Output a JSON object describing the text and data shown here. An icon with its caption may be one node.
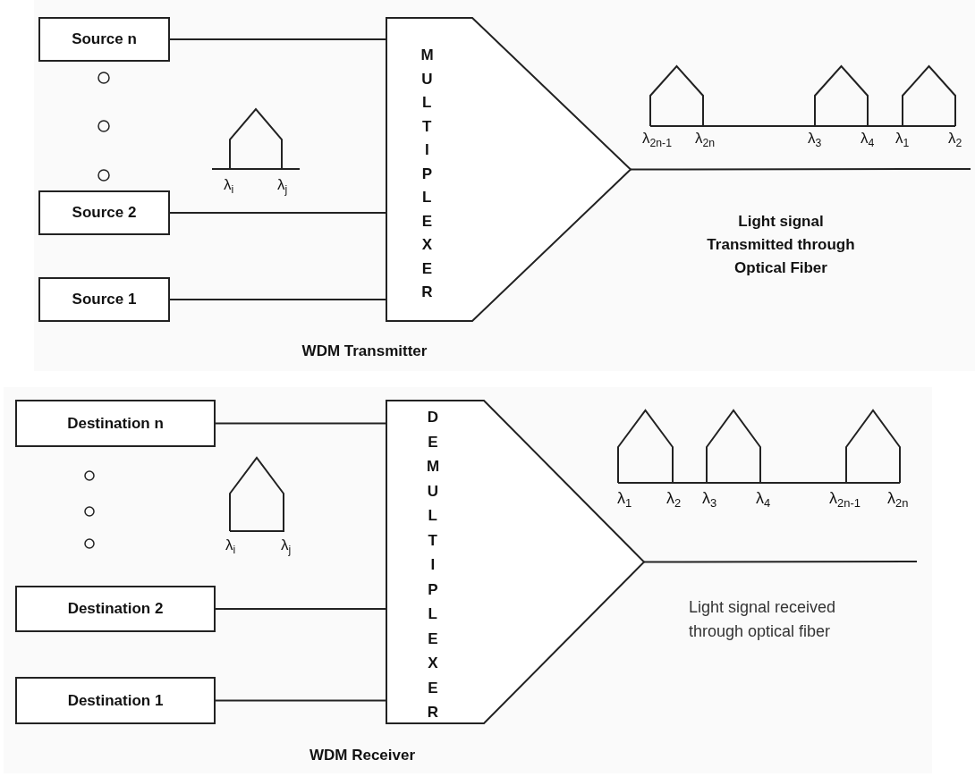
{
  "diagram": {
    "nodes": [
      {
        "text": [
          "Source n"
        ]
      },
      {
        "text": [
          "Source 2"
        ]
      },
      {
        "text": [
          "Source 1"
        ]
      },
      {
        "text": [
          "MULTIPLEXER"
        ]
      },
      {
        "text": [
          "Destination n"
        ]
      },
      {
        "text": [
          "Destination 2"
        ]
      },
      {
        "text": [
          "Destination 1"
        ]
      },
      {
        "text": [
          "DEMULTIPLEXER"
        ]
      }
    ],
    "edges": [
      {
        "from": 0,
        "to": 3,
        "arrow": "none"
      },
      {
        "from": 1,
        "to": 3,
        "arrow": "none"
      },
      {
        "from": 2,
        "to": 3,
        "arrow": "none"
      },
      {
        "from": 3,
        "to": null,
        "arrow": "none"
      },
      {
        "from": 7,
        "to": 4,
        "arrow": "none"
      },
      {
        "from": 7,
        "to": 5,
        "arrow": "none"
      },
      {
        "from": 7,
        "to": 6,
        "arrow": "none"
      },
      {
        "from": null,
        "to": 7,
        "arrow": "none"
      }
    ],
    "labels": [
      "λ$_{2n-1}$",
      "λ$_{2n}$",
      "λ$_{3}$",
      "λ$_{4}$",
      "λ$_{1}$",
      "λ$_{2}$",
      "λ$_{i}$",
      "λ$_{j}$",
      "Light signal Transmitted through Optical Fiber",
      "WDM Transmitter",
      "λ$_{1}$",
      "λ$_{2}$",
      "λ$_{3}$",
      "λ$_{4}$",
      "λ$_{2n-1}$",
      "λ$_{2n}$",
      "λ$_{i}$",
      "λ$_{j}$",
      "Light signal received through optical fiber",
      "WDM Receiver"
    ]
  }
}
